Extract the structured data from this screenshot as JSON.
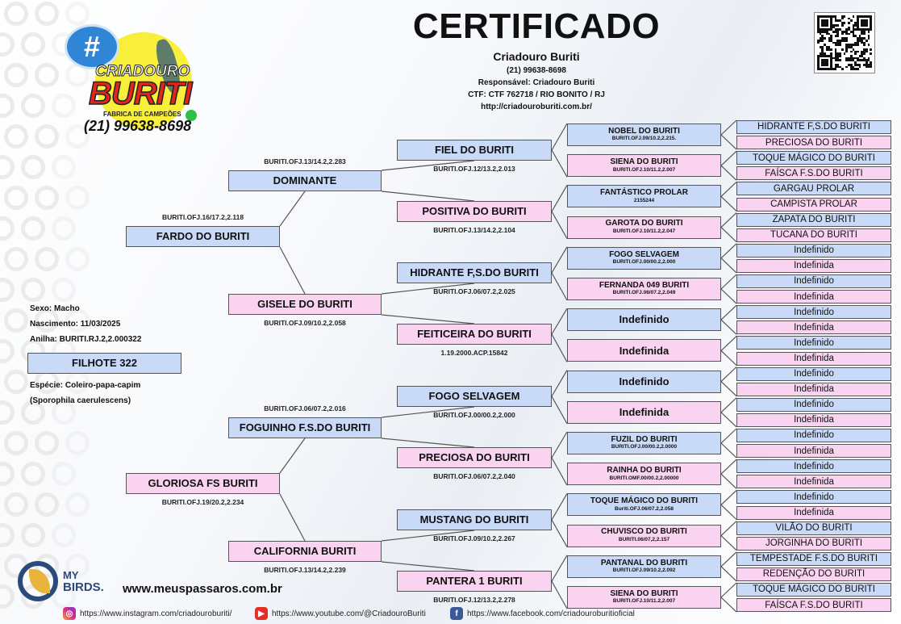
{
  "header": {
    "title": "CERTIFICADO",
    "breeder": "Criadouro Buriti",
    "phone": "(21) 99638-8698",
    "responsible": "Responsável: Criadouro Buriti",
    "ctf": "CTF: CTF 762718 / RIO BONITO / RJ",
    "website": "http://criadouroburiti.com.br/"
  },
  "logo": {
    "line1": "CRIADOURO",
    "line2": "BURITI",
    "tagline": "FABRICA DE CAMPEÕES",
    "phone": "(21) 99638-8698",
    "hash": "#"
  },
  "bird": {
    "sex": "Sexo: Macho",
    "birth": "Nascimento: 11/03/2025",
    "ring": "Anilha: BURITI.RJ.2,2.000322",
    "name": "FILHOTE 322",
    "species": "Espécie: Coleiro-papa-capim",
    "scientific": "(Sporophila caerulescens)"
  },
  "pedigree": {
    "gen1": [
      {
        "name": "FARDO DO BURITI",
        "code": "BURITI.OFJ.16/17.2,2.118",
        "sex": "m"
      },
      {
        "name": "GLORIOSA FS BURITI",
        "code": "BURITI.OFJ.19/20.2,2.234",
        "sex": "f"
      }
    ],
    "gen2": [
      {
        "name": "DOMINANTE",
        "code": "BURITI.OFJ.13/14.2,2.283",
        "sex": "m"
      },
      {
        "name": "GISELE DO BURITI",
        "code": "BURITI.OFJ.09/10.2,2.058",
        "sex": "f"
      },
      {
        "name": "FOGUINHO F.S.DO BURITI",
        "code": "BURITI.OFJ.06/07.2,2.016",
        "sex": "m"
      },
      {
        "name": "CALIFORNIA BURITI",
        "code": "BURITI.OFJ.13/14.2,2.239",
        "sex": "f"
      }
    ],
    "gen3": [
      {
        "name": "FIEL DO BURITI",
        "code": "BURITI.OFJ.12/13.2,2.013",
        "sex": "m"
      },
      {
        "name": "POSITIVA DO BURITI",
        "code": "BURITI.OFJ.13/14.2,2.104",
        "sex": "f"
      },
      {
        "name": "HIDRANTE F,S.DO BURITI",
        "code": "BURITI.OFJ.06/07.2,2.025",
        "sex": "m"
      },
      {
        "name": "FEITICEIRA DO BURITI",
        "code": "1.19.2000.ACP.15842",
        "sex": "f"
      },
      {
        "name": "FOGO SELVAGEM",
        "code": "BURITI.OFJ.00/00.2,2.000",
        "sex": "m"
      },
      {
        "name": "PRECIOSA DO BURITI",
        "code": "BURITI.OFJ.06/07.2,2.040",
        "sex": "f"
      },
      {
        "name": "MUSTANG DO BURITI",
        "code": "BURITI.OFJ.09/10.2,2.267",
        "sex": "m"
      },
      {
        "name": "PANTERA 1 BURITI",
        "code": "BURITI.OFJ.12/13.2,2.278",
        "sex": "f"
      }
    ],
    "gen4": [
      {
        "name": "NOBEL DO BURITI",
        "code": "BURITI.OFJ.09/10.2,2.215.",
        "sex": "m"
      },
      {
        "name": "SIENA DO BURITI",
        "code": "BURITI.OFJ.10/11.2,2.007",
        "sex": "f"
      },
      {
        "name": "FANTÁSTICO PROLAR",
        "code": "2155244",
        "sex": "m"
      },
      {
        "name": "GAROTA DO BURITI",
        "code": "BURITI.OFJ.10/11.2,2.047",
        "sex": "f"
      },
      {
        "name": "FOGO SELVAGEM",
        "code": "BURITI.OFJ.00/00.2,2.000",
        "sex": "m"
      },
      {
        "name": "FERNANDA 049 BURITI",
        "code": "BURITI.OFJ.06/07.2,2.049",
        "sex": "f"
      },
      {
        "name": "Indefinido",
        "code": "",
        "sex": "m"
      },
      {
        "name": "Indefinida",
        "code": "",
        "sex": "f"
      },
      {
        "name": "Indefinido",
        "code": "",
        "sex": "m"
      },
      {
        "name": "Indefinida",
        "code": "",
        "sex": "f"
      },
      {
        "name": "FUZIL DO BURITI",
        "code": "BURITI.OFJ.00/00.2,2.0000",
        "sex": "m"
      },
      {
        "name": "RAINHA DO BURITI",
        "code": "BURITI.OMF.00/00.2,2.00000",
        "sex": "f"
      },
      {
        "name": "TOQUE MÁGICO DO BURITI",
        "code": "Buriti.OFJ.06/07.2,2.058",
        "sex": "m"
      },
      {
        "name": "CHUVISCO DO BURITI",
        "code": "BURITI.06/07,2,2.157",
        "sex": "f"
      },
      {
        "name": "PANTANAL DO BURITI",
        "code": "BURITI.OFJ.09/10.2,2.092",
        "sex": "m"
      },
      {
        "name": "SIENA DO BURITI",
        "code": "BURITI.OFJ.10/11.2,2.007",
        "sex": "f"
      }
    ],
    "gen5": [
      "HIDRANTE F,S.DO BURITI",
      "PRECIOSA DO BURITI",
      "TOQUE MÁGICO DO BURITI",
      "FAÍSCA F.S.DO BURITI",
      "GARGAU PROLAR",
      "CAMPISTA PROLAR",
      "ZAPATA DO BURITI",
      "TUCANA DO BURITI",
      "Indefinido",
      "Indefinida",
      "Indefinido",
      "Indefinida",
      "Indefinido",
      "Indefinida",
      "Indefinido",
      "Indefinida",
      "Indefinido",
      "Indefinida",
      "Indefinido",
      "Indefinida",
      "Indefinido",
      "Indefinida",
      "Indefinido",
      "Indefinida",
      "Indefinido",
      "Indefinida",
      "VILÃO DO BURITI",
      "JORGINHA DO BURITI",
      "TEMPESTADE F.S.DO BURITI",
      "REDENÇÃO DO BURITI",
      "TOQUE MÁGICO DO BURITI",
      "FAÍSCA F.S.DO BURITI"
    ]
  },
  "footer": {
    "brand_my": "MY",
    "brand_birds": "BIRDS.",
    "website": "www.meuspassaros.com.br",
    "instagram": "https://www.instagram.com/criadouroburiti/",
    "youtube": "https://www.youtube.com/@CriadouroBuriti",
    "facebook": "https://www.facebook.com/criadouroburitioficial"
  },
  "colors": {
    "male": "#c9daf8",
    "female": "#f9d3ef",
    "border": "#555555"
  }
}
